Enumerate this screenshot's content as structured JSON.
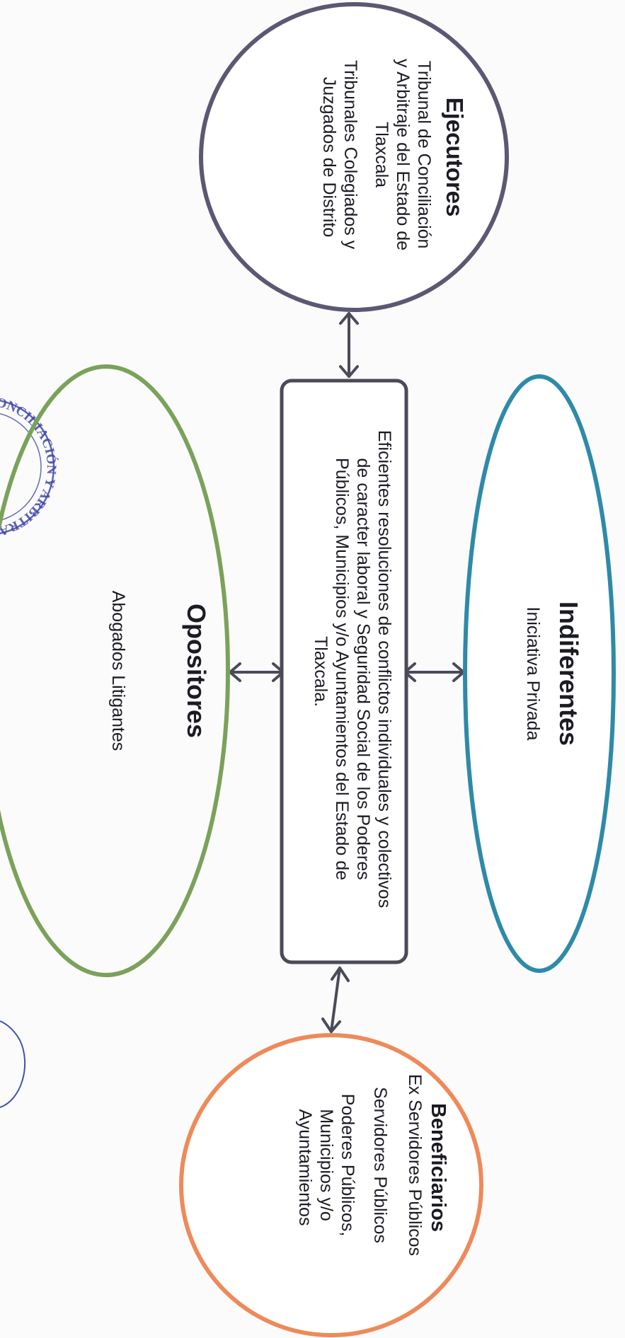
{
  "center": {
    "lines": [
      "Eficientes resoluciones de conflictos individuales y colectivos",
      "de caracter laboral y Seguridad Social de los Poderes",
      "Públicos, Municipios y/o Ayuntamientos del Estado de",
      "Tlaxcala."
    ]
  },
  "ejecutores": {
    "title": "Ejecutores",
    "lines": [
      "Tribunal de Conciliación",
      "y Arbitraje del Estado de",
      "Tlaxcala",
      "Tribunales Colegiados y",
      "Juzgados de Distrito"
    ]
  },
  "indiferentes": {
    "title": "Indiferentes",
    "lines": [
      "Iniciativa Privada"
    ]
  },
  "opositores": {
    "title": "Opositores",
    "lines": [
      "Abogados Litigantes"
    ]
  },
  "beneficiarios": {
    "title": "Beneficiarios",
    "lines": [
      "Ex Servidores Públicos",
      "Servidores Públicos",
      "Poderes Públicos,",
      "Municipios y/o",
      "Ayuntamientos"
    ]
  },
  "stamp": {
    "text": "CONCILIACIÓN Y ARBITRAJE · ESTADOS UNIDOS MEXICANOS"
  },
  "colors": {
    "ejecutores": "#5a5873",
    "indiferentes": "#2e8aa8",
    "opositores": "#7aa25a",
    "beneficiarios": "#ee8a5a",
    "center": "#4b4a5a",
    "arrow": "#4b4a5a",
    "stamp": "#3f46a6"
  }
}
